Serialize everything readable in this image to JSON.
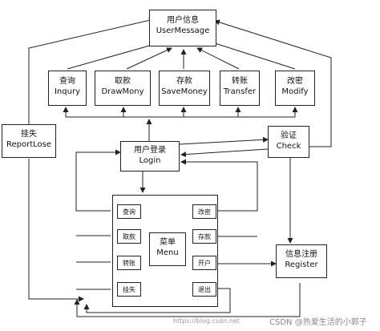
{
  "nodes": {
    "usermessage": {
      "zh": "用户信息",
      "en": "UserMessage"
    },
    "inqury": {
      "zh": "查询",
      "en": "Inqury"
    },
    "drawmony": {
      "zh": "取款",
      "en": "DrawMony"
    },
    "savemoney": {
      "zh": "存款",
      "en": "SaveMoney"
    },
    "transfer": {
      "zh": "转账",
      "en": "Transfer"
    },
    "modify": {
      "zh": "改密",
      "en": "Modify"
    },
    "reportlose": {
      "zh": "挂失",
      "en": "ReportLose"
    },
    "login": {
      "zh": "用户登录",
      "en": "Login"
    },
    "check": {
      "zh": "验证",
      "en": "Check"
    },
    "register": {
      "zh": "信息注册",
      "en": "Register"
    },
    "menu": {
      "zh": "菜单",
      "en": "Menu"
    }
  },
  "menu_items": {
    "query": "查询",
    "draw": "取款",
    "transfer": "转账",
    "lose": "挂失",
    "modify": "改密",
    "save": "存款",
    "open": "开户",
    "exit": "退出"
  },
  "watermark": "CSDN @热爱生活的小郭子",
  "watermark_url": "https://blog.csdn.net"
}
